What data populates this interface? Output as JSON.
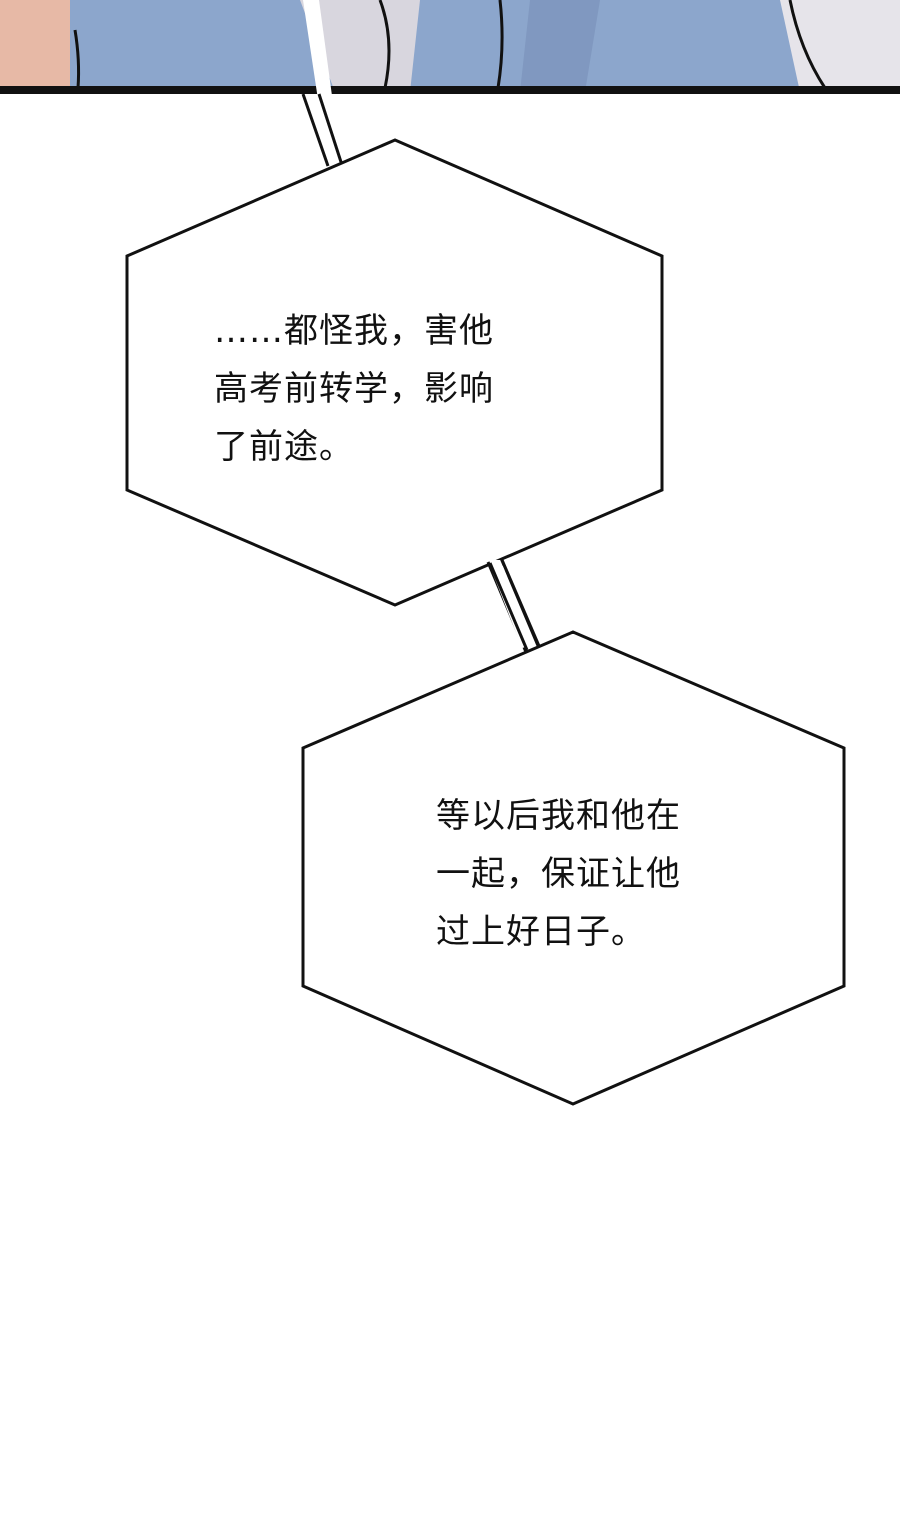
{
  "panel": {
    "background_color": "#ffffff",
    "ink_color": "#111111",
    "top_strip_colors": {
      "fabric_blue": "#8ca6cc",
      "fabric_shadow": "#7890b8",
      "sleeve_gray": "#d8d6de",
      "skin_peach": "#e7b9a6"
    }
  },
  "bubbles": [
    {
      "lines": [
        "……都怪我，害他",
        "高考前转学，影响",
        "了前途。"
      ]
    },
    {
      "lines": [
        "等以后我和他在",
        "一起，保证让他",
        "过上好日子。"
      ]
    }
  ]
}
